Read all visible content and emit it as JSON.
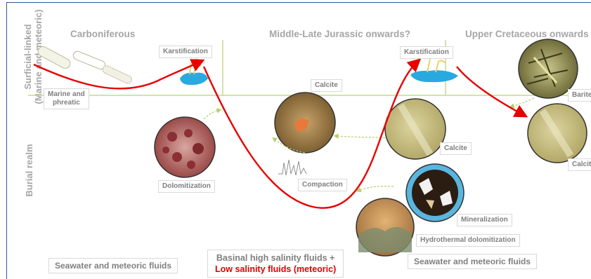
{
  "axis": {
    "surface_label": "Surficial-linked",
    "surface_sublabel": "(Marine and meteoric)",
    "burial_label": "Burial realm"
  },
  "periods": {
    "p1": "Carboniferous",
    "p2": "Middle-Late Jurassic onwards?",
    "p3": "Upper Cretaceous onwards"
  },
  "labels": {
    "marine_phreatic": [
      "Marine and",
      "phreatic"
    ],
    "karst1": "Karstification",
    "karst2": "Karstification",
    "calcite1": "Calcite",
    "calcite2": "Calcite",
    "calcite3": "Calcit",
    "barite": "Barite",
    "dolomitization": "Dolomitization",
    "compaction": "Compaction",
    "mineralization": "Mineralization",
    "hydro_dolo": "Hydrothermal dolomitization"
  },
  "fluids": {
    "left": "Seawater and meteoric fluids",
    "center_line1": "Basinal high salinity fluids +",
    "center_line2": "Low salinity fluids (meteoric)",
    "right": "Seawater and meteoric fluids"
  },
  "colors": {
    "path": "#e60000",
    "axis_line": "#c5d98e",
    "text_grey": "#a6a6a6",
    "frame": "#2f5597",
    "water": "#29a9e0"
  }
}
